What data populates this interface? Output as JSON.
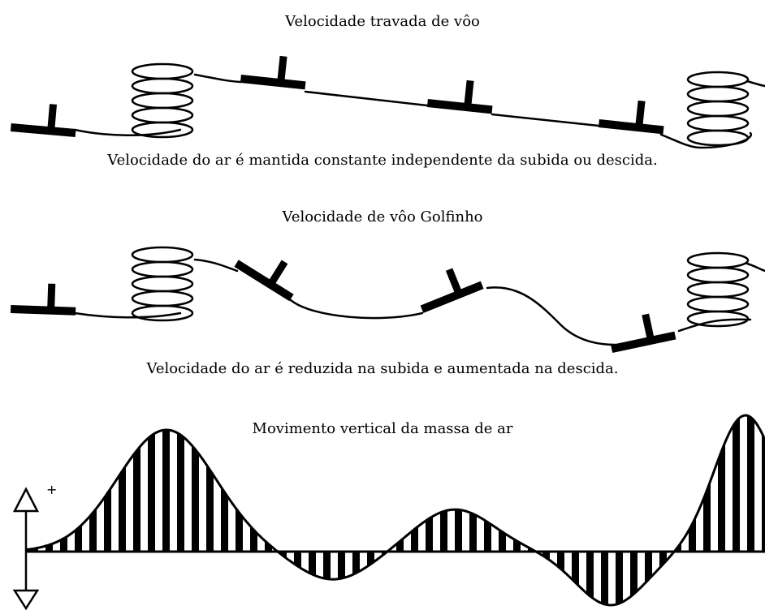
{
  "panels": [
    {
      "title": "Velocidade travada de vôo",
      "caption": "Velocidade do ar é mantida constante independente da subida ou descida."
    },
    {
      "title": "Velocidade de vôo Golfinho",
      "caption": "Velocidade do ar é reduzida na subida e aumentada na descida."
    },
    {
      "title": "Movimento vertical da massa de ar",
      "caption": ""
    }
  ],
  "axis": {
    "plus_label": "+",
    "minus_label": "-"
  },
  "colors": {
    "ink": "#000000",
    "background": "#ffffff"
  }
}
